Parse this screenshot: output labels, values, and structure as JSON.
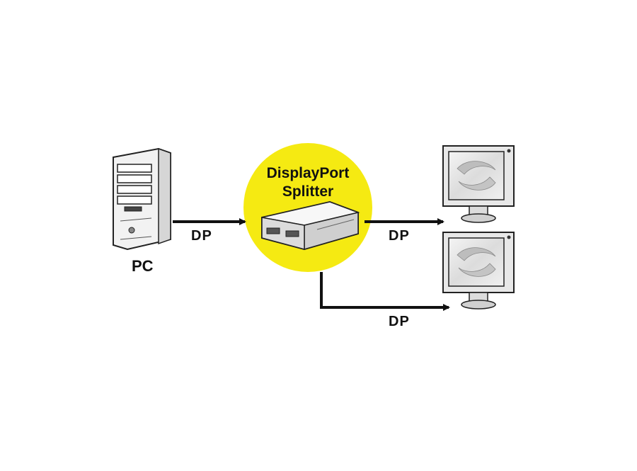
{
  "diagram": {
    "source_label": "PC",
    "device_title_line1": "DisplayPort",
    "device_title_line2": "Splitter",
    "connections": [
      {
        "label": "DP"
      },
      {
        "label": "DP"
      },
      {
        "label": "DP"
      }
    ],
    "colors": {
      "device_highlight": "#f5ea12",
      "line": "#111111",
      "outline": "#222222"
    },
    "icons": [
      "pc-tower-icon",
      "splitter-box-icon",
      "monitor-icon",
      "monitor-icon"
    ]
  }
}
